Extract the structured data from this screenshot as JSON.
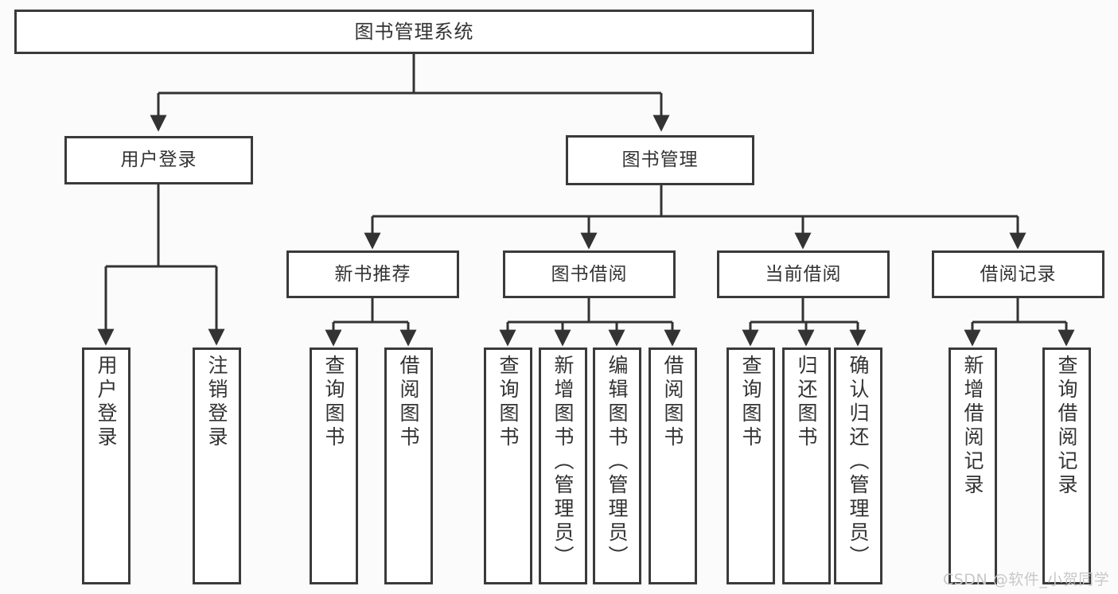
{
  "diagram": {
    "title": "图书管理系统",
    "type": "hierarchy-tree",
    "watermark": "CSDN @软件_小贺同学",
    "colors": {
      "background": "#fbfbfb",
      "node_fill": "#ffffff",
      "node_border": "#3a3a3a",
      "text": "#333333",
      "connector": "#333333",
      "watermark": "#c8c8c8"
    },
    "root": {
      "label": "图书管理系统"
    },
    "level2": [
      {
        "label": "用户登录"
      },
      {
        "label": "图书管理"
      }
    ],
    "level3": [
      {
        "label": "新书推荐"
      },
      {
        "label": "图书借阅"
      },
      {
        "label": "当前借阅"
      },
      {
        "label": "借阅记录"
      }
    ],
    "leaves": {
      "user_login": [
        {
          "label": "用户登录"
        },
        {
          "label": "注销登录"
        }
      ],
      "new_book_recommend": [
        {
          "label": "查询图书"
        },
        {
          "label": "借阅图书"
        }
      ],
      "book_borrow": [
        {
          "label": "查询图书"
        },
        {
          "label": "新增图书（管理员）"
        },
        {
          "label": "编辑图书（管理员）"
        },
        {
          "label": "借阅图书"
        }
      ],
      "current_borrow": [
        {
          "label": "查询图书"
        },
        {
          "label": "归还图书"
        },
        {
          "label": "确认归还（管理员）"
        }
      ],
      "borrow_record": [
        {
          "label": "新增借阅记录"
        },
        {
          "label": "查询借阅记录"
        }
      ]
    }
  }
}
